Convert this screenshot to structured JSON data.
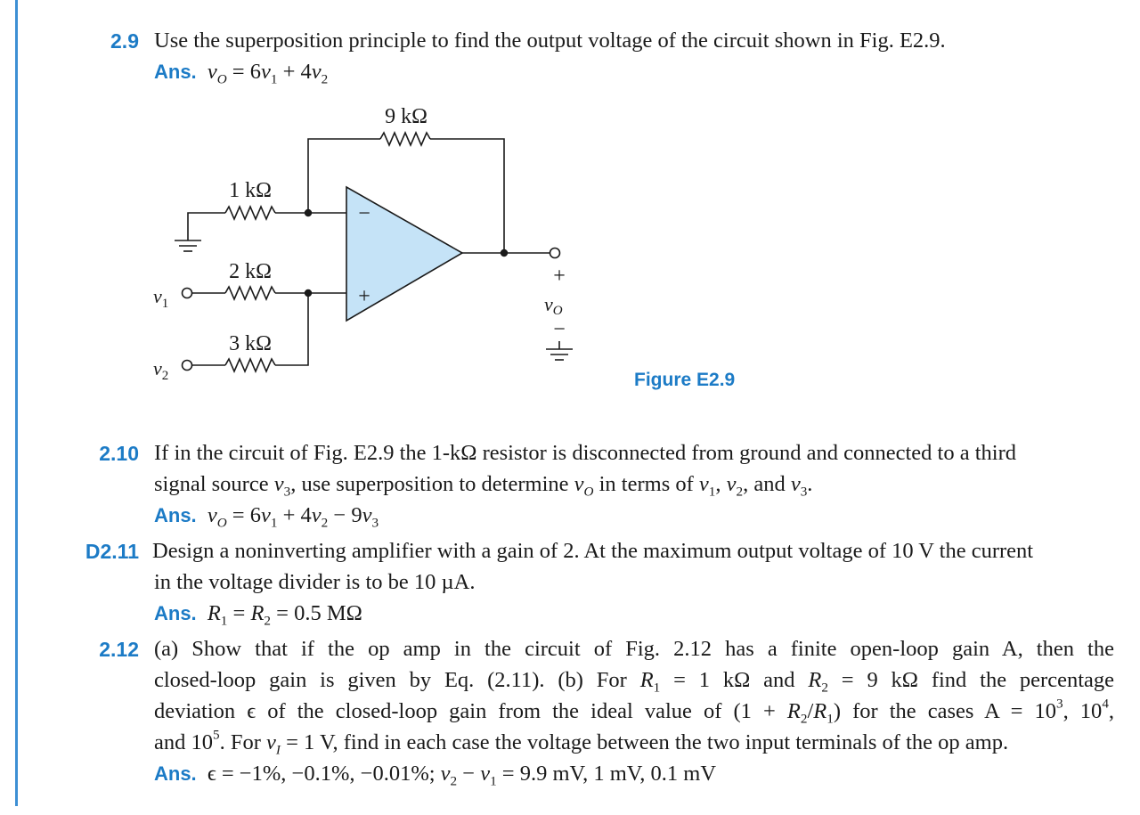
{
  "problems": [
    {
      "number": "2.9",
      "text": "Use the superposition principle to find the output voltage of the circuit shown in Fig. E2.9.",
      "ans_label": "Ans."
    },
    {
      "number": "2.10",
      "line1": "If in the circuit of Fig. E2.9 the 1-kΩ resistor is disconnected from ground and connected to a third",
      "line2_a": "signal source",
      "line2_b": ", use superposition to determine",
      "line2_c": "in terms of",
      "line2_d": ", and",
      "ans_label": "Ans."
    },
    {
      "number": "D2.11",
      "line1": "Design a noninverting amplifier with a gain of 2. At the maximum output voltage of 10 V the current",
      "line2": "in the voltage divider is to be 10 µA.",
      "ans_label": "Ans."
    },
    {
      "number": "2.12",
      "line1": "(a) Show that if the op amp in the circuit of Fig. 2.12 has a finite open-loop gain A, then the",
      "line2": "closed-loop gain is given by Eq. (2.11). (b) For",
      "line2_mid": "= 1 kΩ and",
      "line2_end": "= 9 kΩ find the percentage",
      "line3": "deviation ϵ of the closed-loop gain from the ideal value of (1 +",
      "line3_end": ") for the cases A = 10",
      "line4_a": "and 10",
      "line4_b": ". For",
      "line4_c": "= 1 V, find in each case the voltage between the two input terminals of the op amp.",
      "ans_label": "Ans.",
      "ans_text": "ϵ = −1%, −0.1%, −0.01%;",
      "ans_end": "= 9.9 mV, 1 mV, 0.1 mV"
    }
  ],
  "circuit": {
    "r_feedback": "9 kΩ",
    "r1": "1 kΩ",
    "r2": "2 kΩ",
    "r3": "3 kΩ",
    "minus": "−",
    "plus": "+",
    "src1": "v",
    "src1_sub": "1",
    "src2": "v",
    "src2_sub": "2",
    "out_plus": "+",
    "out_minus": "−",
    "out_label": "v",
    "out_sub": "O",
    "caption": "Figure E2.9"
  },
  "colors": {
    "accent": "#1c7bc6",
    "opamp_fill": "#c5e3f7",
    "rule": "#3d8fd4"
  }
}
